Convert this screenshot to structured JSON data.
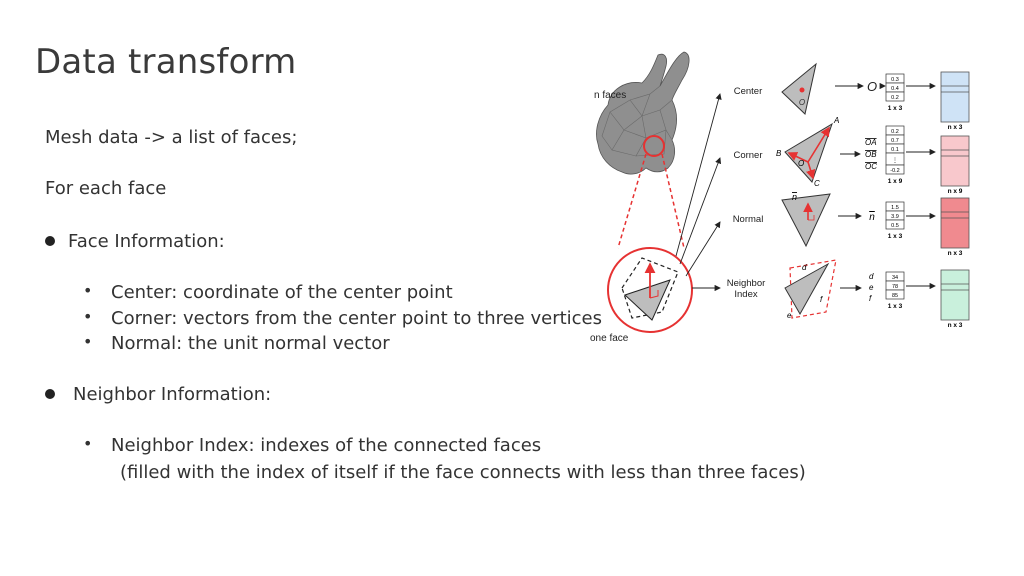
{
  "slide": {
    "title": "Data transform",
    "line1": "Mesh data -> a list of faces;",
    "line2": "For each face",
    "section1": "Face Information:",
    "bullets1": [
      "Center: coordinate of the center point",
      "Corner: vectors from the center point to three vertices",
      "Normal: the unit normal vector"
    ],
    "section2": "Neighbor Information:",
    "bullet2": "Neighbor Index: indexes of the connected faces",
    "bullet2_note": "(filled with the index of itself if the face connects with less than three faces)"
  },
  "figure": {
    "n_faces": "n faces",
    "one_face": "one face",
    "rows": {
      "center": "Center",
      "corner": "Corner",
      "normal": "Normal",
      "neighbor_1": "Neighbor",
      "neighbor_2": "Index"
    },
    "center_symbol": "O",
    "center_small_label": "O",
    "center_values": [
      "0.3",
      "0.4",
      "0.2"
    ],
    "center_dim": "1 x 3",
    "corner_letters": {
      "A": "A",
      "B": "B",
      "C": "C",
      "O": "O"
    },
    "corner_vectors": [
      "OA",
      "OB",
      "OC"
    ],
    "corner_values": [
      "0.2",
      "0.7",
      "0.1",
      "⋮",
      "-0.2"
    ],
    "corner_dim": "1 x 9",
    "normal_symbol": "n",
    "normal_values": [
      "1.5",
      "3.9",
      "0.5"
    ],
    "normal_dim": "1 x 3",
    "neighbor_letters": [
      "d",
      "e",
      "f"
    ],
    "neighbor_values": [
      "34",
      "78",
      "85"
    ],
    "neighbor_dim": "1 x 3",
    "out_dims": [
      "n x 3",
      "n x 9",
      "n x 3",
      "n x 3"
    ],
    "colors": {
      "center": "#cfe3f6",
      "corner": "#f8c8cc",
      "normal": "#f08a8f",
      "neighbor": "#c9f0dc",
      "highlight": "#e63232"
    }
  }
}
